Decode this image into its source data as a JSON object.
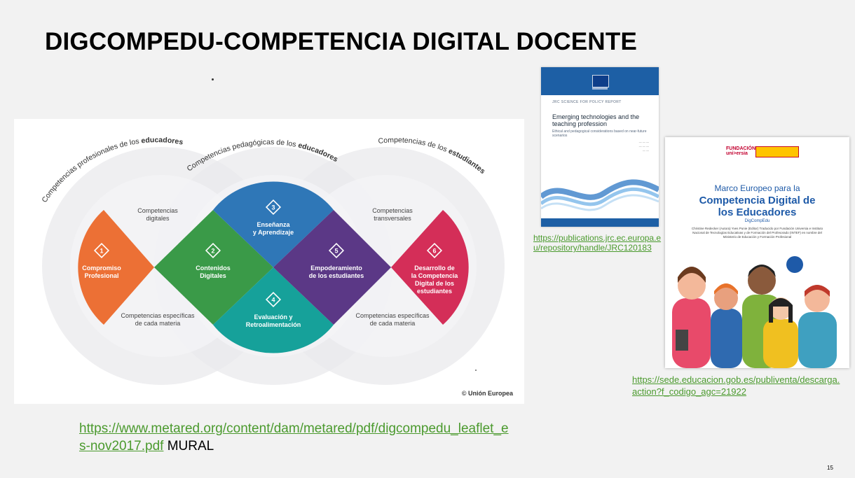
{
  "slide": {
    "title": "DIGCOMPEDU-COMPETENCIA DIGITAL DOCENTE",
    "page_number": "15"
  },
  "diagram": {
    "arc_labels": {
      "left_plain": "Competencias profesionales de los ",
      "left_bold": "educadores",
      "center_plain": "Competencias pedagógicas de los ",
      "center_bold": "educadores",
      "right_plain": "Competencias de los ",
      "right_bold": "estudiantes"
    },
    "zone_labels": {
      "top_left": [
        "Competencias",
        "digitales"
      ],
      "top_right": [
        "Competencias",
        "transversales"
      ],
      "bottom_left": [
        "Competencias específicas",
        "de cada materia"
      ],
      "bottom_right": [
        "Competencias específicas",
        "de cada materia"
      ]
    },
    "areas": [
      {
        "num": "1",
        "lines": [
          "Compromiso",
          "Profesional"
        ],
        "color": "#ec7035"
      },
      {
        "num": "2",
        "lines": [
          "Contenidos",
          "Digitales"
        ],
        "color": "#3a9a48"
      },
      {
        "num": "3",
        "lines": [
          "Enseñanza",
          "y Aprendizaje"
        ],
        "color": "#2f77b7"
      },
      {
        "num": "4",
        "lines": [
          "Evaluación y",
          "Retroalimentación"
        ],
        "color": "#16a19a"
      },
      {
        "num": "5",
        "lines": [
          "Empoderamiento",
          "de los estudiantes"
        ],
        "color": "#5b3886"
      },
      {
        "num": "6",
        "lines": [
          "Desarrollo de",
          "la Competencia",
          "Digital de los",
          "estudiantes"
        ],
        "color": "#d42e58"
      }
    ],
    "copyright": "© Unión Europea"
  },
  "links": {
    "main_link_text": "https://www.metared.org/content/dam/metared/pdf/digcompedu_leaflet_es-nov2017.pdf",
    "main_suffix": " MURAL",
    "jrc_link_text": "https://publications.jrc.ec.europa.eu/repository/handle/JRC120183",
    "educacion_link_text": "https://sede.educacion.gob.es/publiventa/descarga.action?f_codigo_agc=21922"
  },
  "jrc_report": {
    "series": "JRC SCIENCE FOR POLICY REPORT",
    "title": "Emerging technologies and the teaching profession",
    "subtitle": "Ethical and pedagogical considerations based on near-future scenarios"
  },
  "book_cover": {
    "publisher_logo": "FUNDACIÓN uni>ersia",
    "title_line1": "Marco Europeo para la",
    "title_line2": "Competencia Digital de los Educadores",
    "subtitle": "DigCompEdu",
    "credits": "Christine Redecker (Autora) Yves Punie (Editor) Traducido por Fundación Universia e Instituto Nacional de Tecnologías Educativas y de Formación del Profesorado (INTEF) en nombre del Ministerio de Educación y Formación Profesional"
  }
}
